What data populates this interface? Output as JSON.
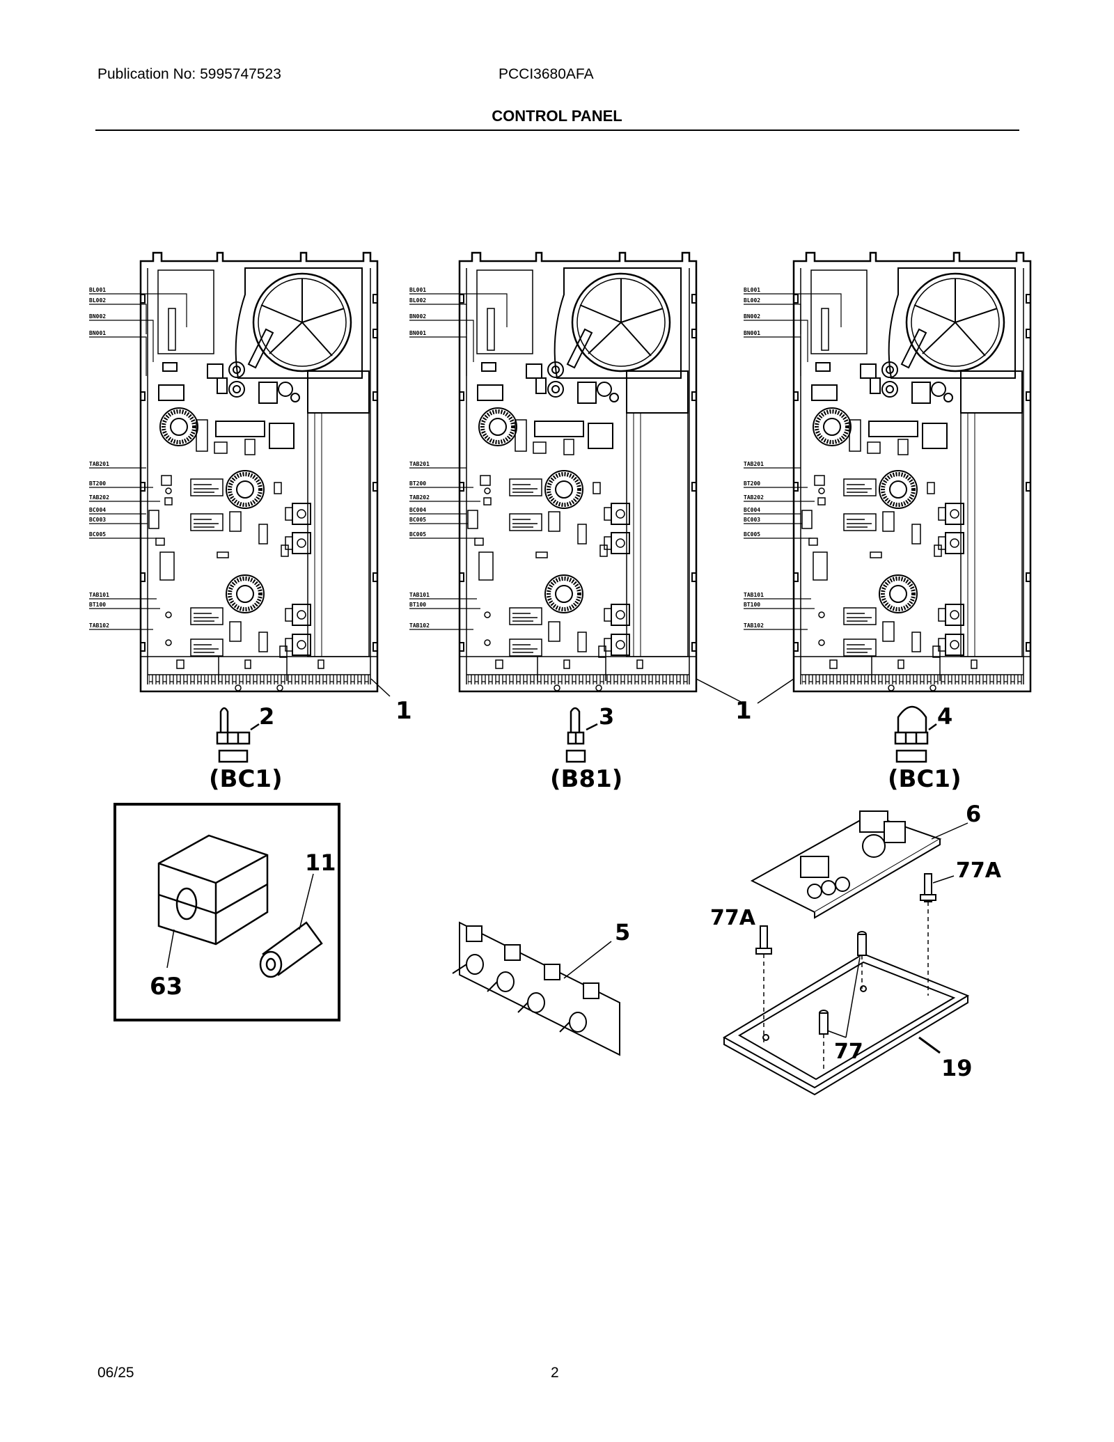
{
  "header": {
    "publication": "Publication No: 5995747523",
    "model": "PCCI3680AFA",
    "title": "CONTROL PANEL"
  },
  "footer": {
    "date": "06/25",
    "page": "2"
  },
  "board_labels": {
    "left": [
      "BL001",
      "BL002",
      "BN002",
      "BN001",
      "TAB201",
      "BT200",
      "TAB202",
      "BC004",
      "BC003",
      "BC005",
      "TAB101",
      "BT100",
      "TAB102"
    ],
    "middle": [
      "BL001",
      "BL002",
      "BN002",
      "BN001",
      "TAB201",
      "BT200",
      "TAB202",
      "BC004",
      "BC005",
      "BC005",
      "TAB101",
      "BT100",
      "TAB102"
    ],
    "right": [
      "BL001",
      "BL002",
      "BN002",
      "BN001",
      "TAB201",
      "BT200",
      "TAB202",
      "BC004",
      "BC003",
      "BC005",
      "TAB101",
      "BT100",
      "TAB102"
    ]
  },
  "callouts": {
    "c1a": "1",
    "c1b": "1",
    "c2": "2",
    "c3": "3",
    "c4": "4",
    "conn_left": "(BC1)",
    "conn_mid": "(B81)",
    "conn_right": "(BC1)",
    "c5": "5",
    "c6": "6",
    "c11": "11",
    "c63": "63",
    "c77A_left": "77A",
    "c77A_right": "77A",
    "c77": "77",
    "c19": "19"
  }
}
